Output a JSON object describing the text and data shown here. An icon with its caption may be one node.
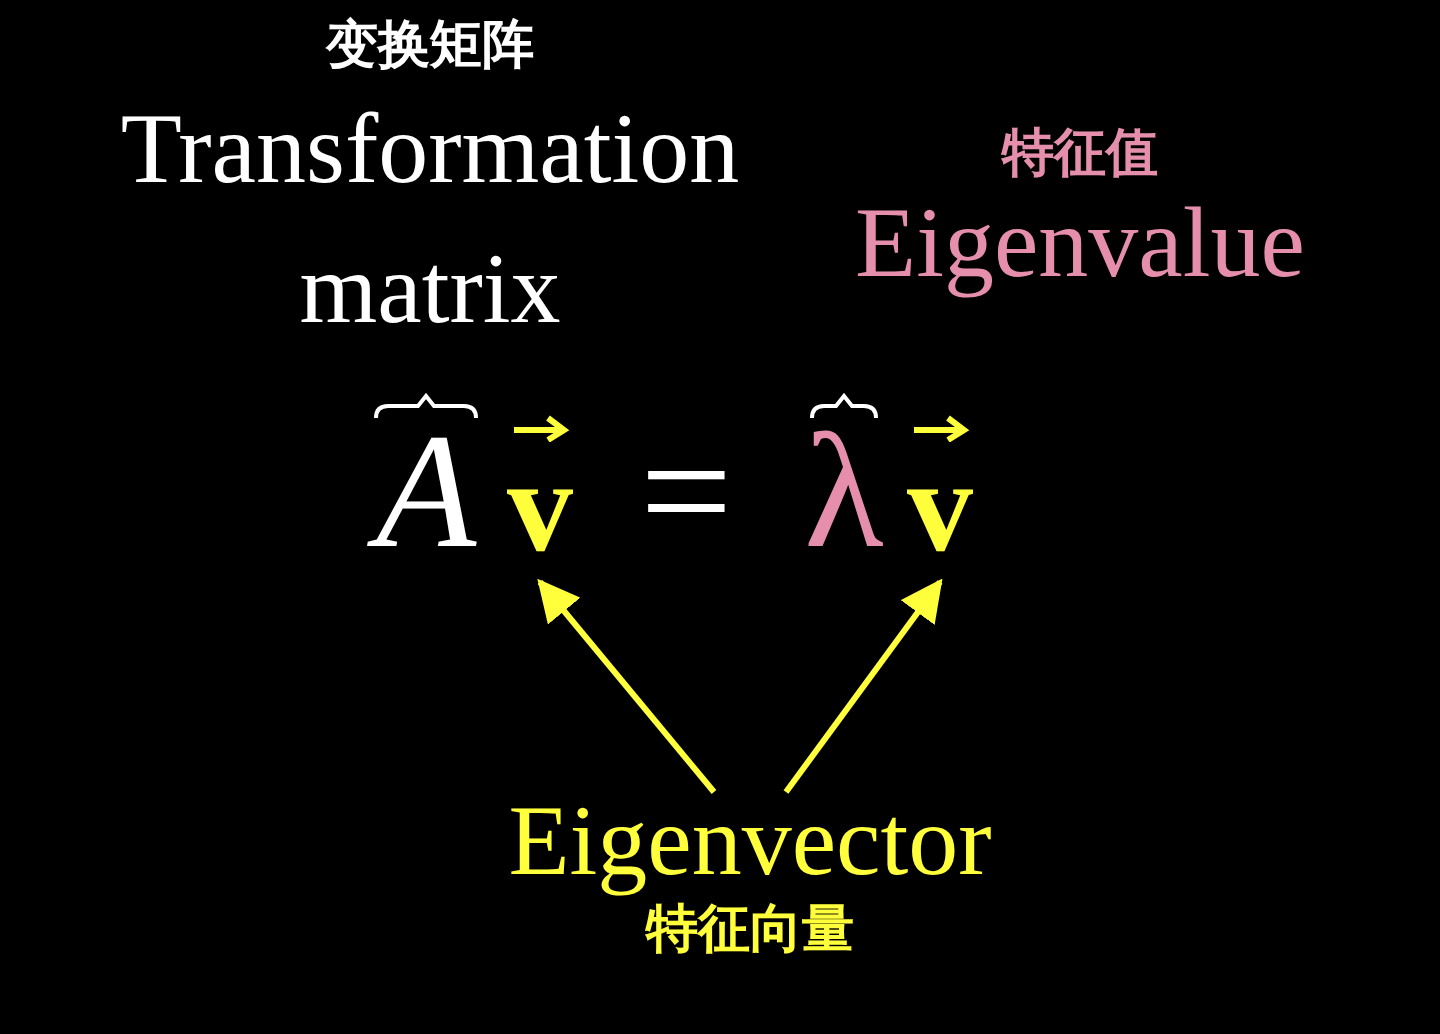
{
  "diagram": {
    "nodes": [
      {
        "text": [
          "变换矩阵",
          "Transformation matrix"
        ]
      },
      {
        "text": [
          "特征值",
          "Eigenvalue"
        ]
      },
      {
        "text": [
          "A"
        ]
      },
      {
        "text": [
          "v"
        ]
      },
      {
        "text": [
          "λ"
        ]
      },
      {
        "text": [
          "v"
        ]
      },
      {
        "text": [
          "Eigenvector",
          "特征向量"
        ]
      }
    ],
    "edges": [
      {
        "from": 6,
        "to": 3,
        "arrow": "to"
      },
      {
        "from": 6,
        "to": 5,
        "arrow": "to"
      }
    ],
    "labels": [
      "="
    ]
  }
}
